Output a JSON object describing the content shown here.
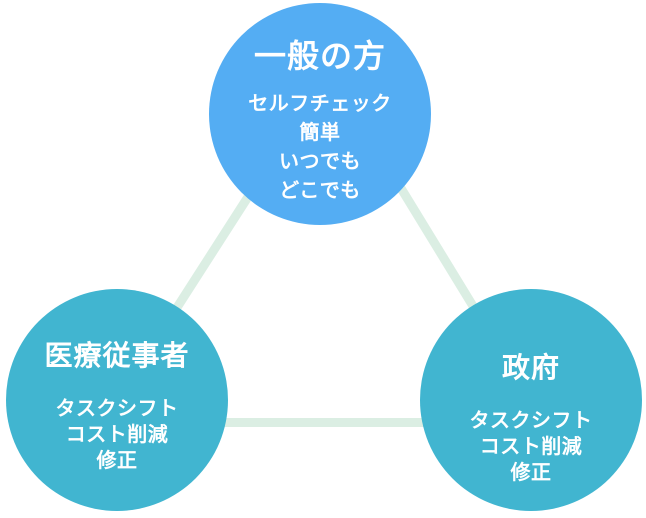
{
  "diagram": {
    "background_color": "#ffffff",
    "connector_color": "#dbeee3",
    "text_color": "#ffffff",
    "nodes": {
      "general_public": {
        "title": "一般の方",
        "items": [
          "セルフチェック",
          "簡単",
          "いつでも",
          "どこでも"
        ],
        "color": "#54adf3"
      },
      "medical_workers": {
        "title": "医療従事者",
        "items": [
          "タスクシフト",
          "コスト削減",
          "修正"
        ],
        "color": "#41b5d0"
      },
      "government": {
        "title": "政府",
        "items": [
          "タスクシフト",
          "コスト削減",
          "修正"
        ],
        "color": "#41b5d0"
      }
    }
  }
}
